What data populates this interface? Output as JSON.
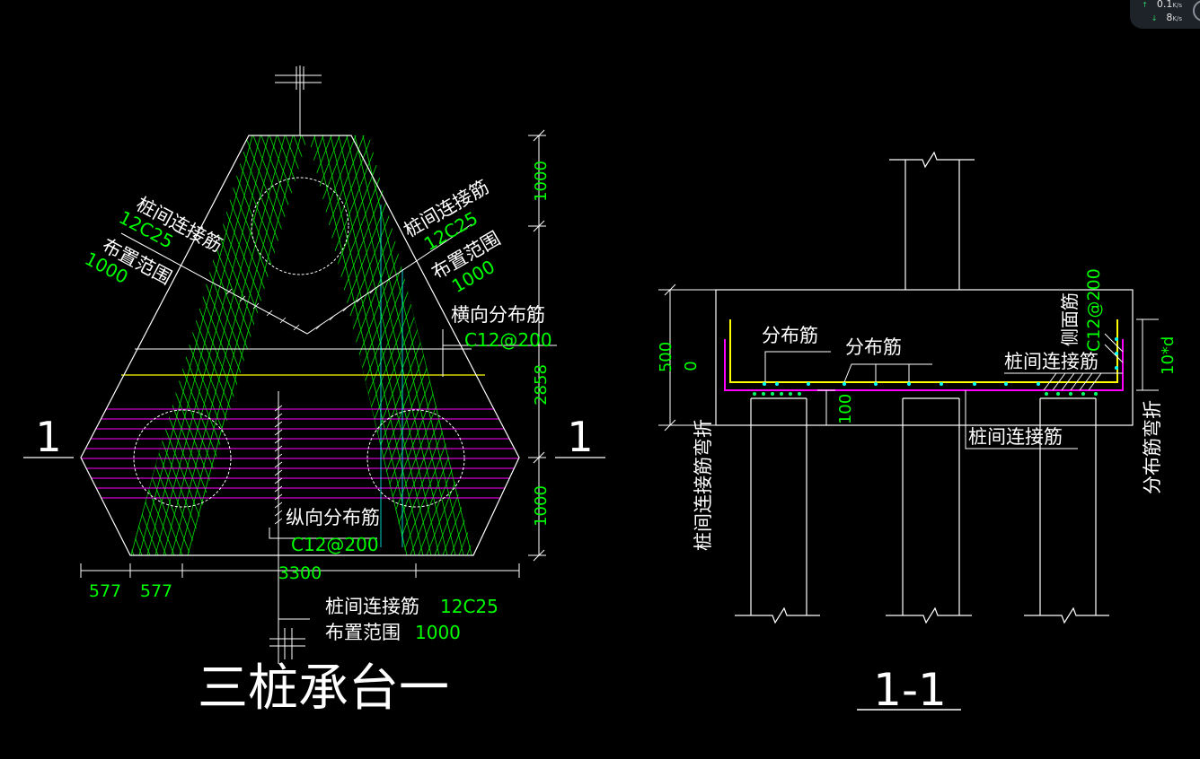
{
  "plan_view": {
    "title": "三桩承台一",
    "section_mark": "1",
    "dims_right": [
      "1000",
      "2858",
      "1000"
    ],
    "dims_bottom": [
      "577",
      "577",
      "3300"
    ],
    "left_callout": {
      "label1": "桩间连接筋",
      "spec1": "12C25",
      "label2": "布置范围",
      "spec2": "1000"
    },
    "right_callout": {
      "label1": "桩间连接筋",
      "spec1": "12C25",
      "label2": "布置范围",
      "spec2": "1000"
    },
    "bottom_callout": {
      "label1": "桩间连接筋",
      "spec1": "12C25",
      "label2": "布置范围",
      "spec2": "1000"
    },
    "horizontal_bar": {
      "label": "横向分布筋",
      "spec": "C12@200"
    },
    "longitudinal_bar": {
      "label": "纵向分布筋",
      "spec": "C12@200"
    }
  },
  "section_view": {
    "title": "1-1",
    "dims_left": [
      "500",
      "0"
    ],
    "dim_100": "100",
    "dist_bar_1": "分布筋",
    "dist_bar_2": "分布筋",
    "side_bar": {
      "label": "侧面筋",
      "spec": "C12@200"
    },
    "tie_bar_top": "桩间连接筋",
    "tie_bar_bottom": "桩间连接筋",
    "ten_d": "10*d",
    "left_vertical_note": "桩间连接筋弯折",
    "right_vertical_note": "分布筋弯折"
  },
  "net_widget": {
    "up_value": "0.1",
    "up_unit": "K/s",
    "down_value": "8",
    "down_unit": "K/s"
  },
  "colors": {
    "white": "#ffffff",
    "green": "#00ff00",
    "yellow": "#ffff00",
    "magenta": "#ff00ff",
    "cyan": "#00ffff",
    "background": "#000000"
  }
}
